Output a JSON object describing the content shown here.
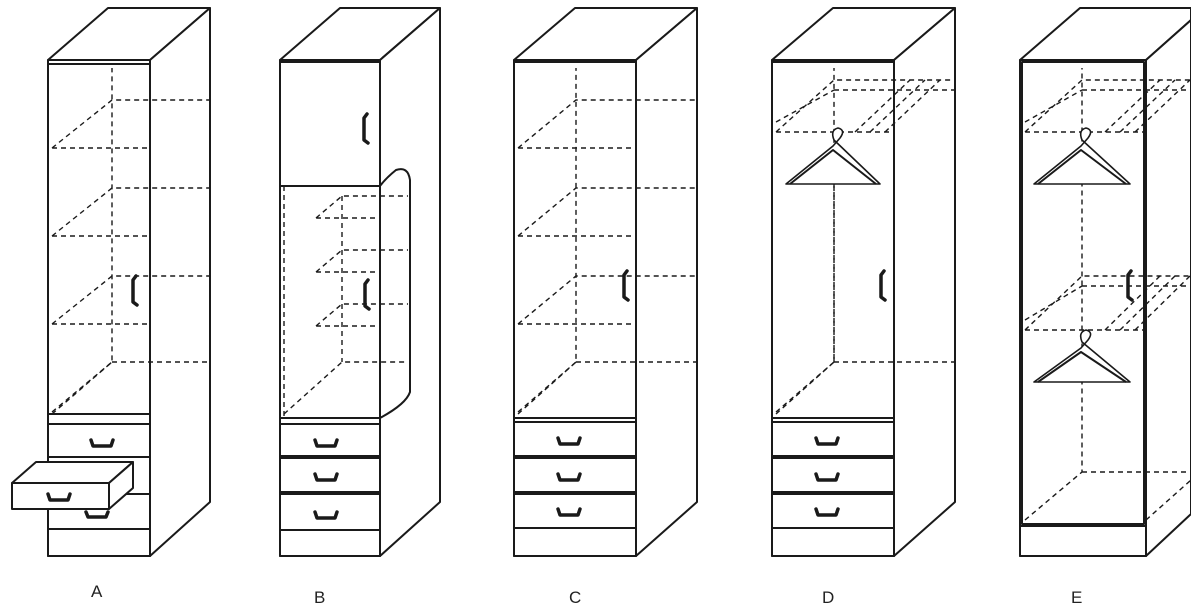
{
  "figure": {
    "cabinets": [
      {
        "id": "A",
        "label": "A",
        "door_handles": 1,
        "drawers": 3,
        "hangers": 0,
        "open_drawer": true
      },
      {
        "id": "B",
        "label": "B",
        "door_handles": 2,
        "drawers": 3,
        "hangers": 0,
        "open_drawer": false
      },
      {
        "id": "C",
        "label": "C",
        "door_handles": 1,
        "drawers": 3,
        "hangers": 0,
        "open_drawer": false
      },
      {
        "id": "D",
        "label": "D",
        "door_handles": 1,
        "drawers": 3,
        "hangers": 1,
        "open_drawer": false
      },
      {
        "id": "E",
        "label": "E",
        "door_handles": 1,
        "drawers": 0,
        "hangers": 2,
        "open_drawer": false
      }
    ],
    "colors": {
      "stroke": "#1a1a1a",
      "background": "#ffffff",
      "label": "#222222"
    }
  }
}
